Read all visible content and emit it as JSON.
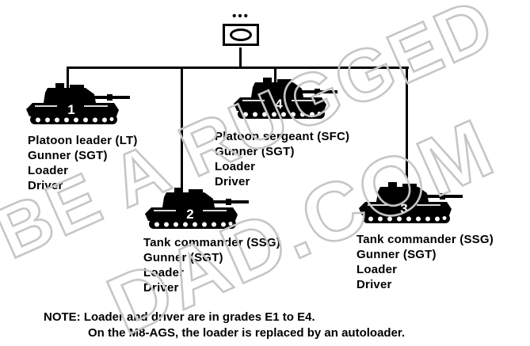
{
  "diagram": {
    "unit_symbol": {
      "icon": "armor-platoon-icon",
      "echelon_dots": "•••"
    },
    "tanks": [
      {
        "number": "1",
        "roles": [
          "Platoon leader (LT)",
          "Gunner (SGT)",
          "Loader",
          "Driver"
        ]
      },
      {
        "number": "4",
        "roles": [
          "Platoon sergeant (SFC)",
          "Gunner (SGT)",
          "Loader",
          "Driver"
        ]
      },
      {
        "number": "2",
        "roles": [
          "Tank commander (SSG)",
          "Gunner (SGT)",
          "Loader",
          "Driver"
        ]
      },
      {
        "number": "3",
        "roles": [
          "Tank commander (SSG)",
          "Gunner (SGT)",
          "Loader",
          "Driver"
        ]
      }
    ],
    "note": {
      "label": "NOTE:",
      "lines": [
        "Loader and driver are in grades E1 to E4.",
        "On the M8-AGS, the loader is replaced by an autoloader."
      ]
    },
    "watermark": {
      "line1": "BE A RUGGED",
      "line2": "DAD.COM"
    }
  },
  "colors": {
    "ink": "#000000",
    "background": "#ffffff",
    "watermark": "#c6c6c6"
  }
}
